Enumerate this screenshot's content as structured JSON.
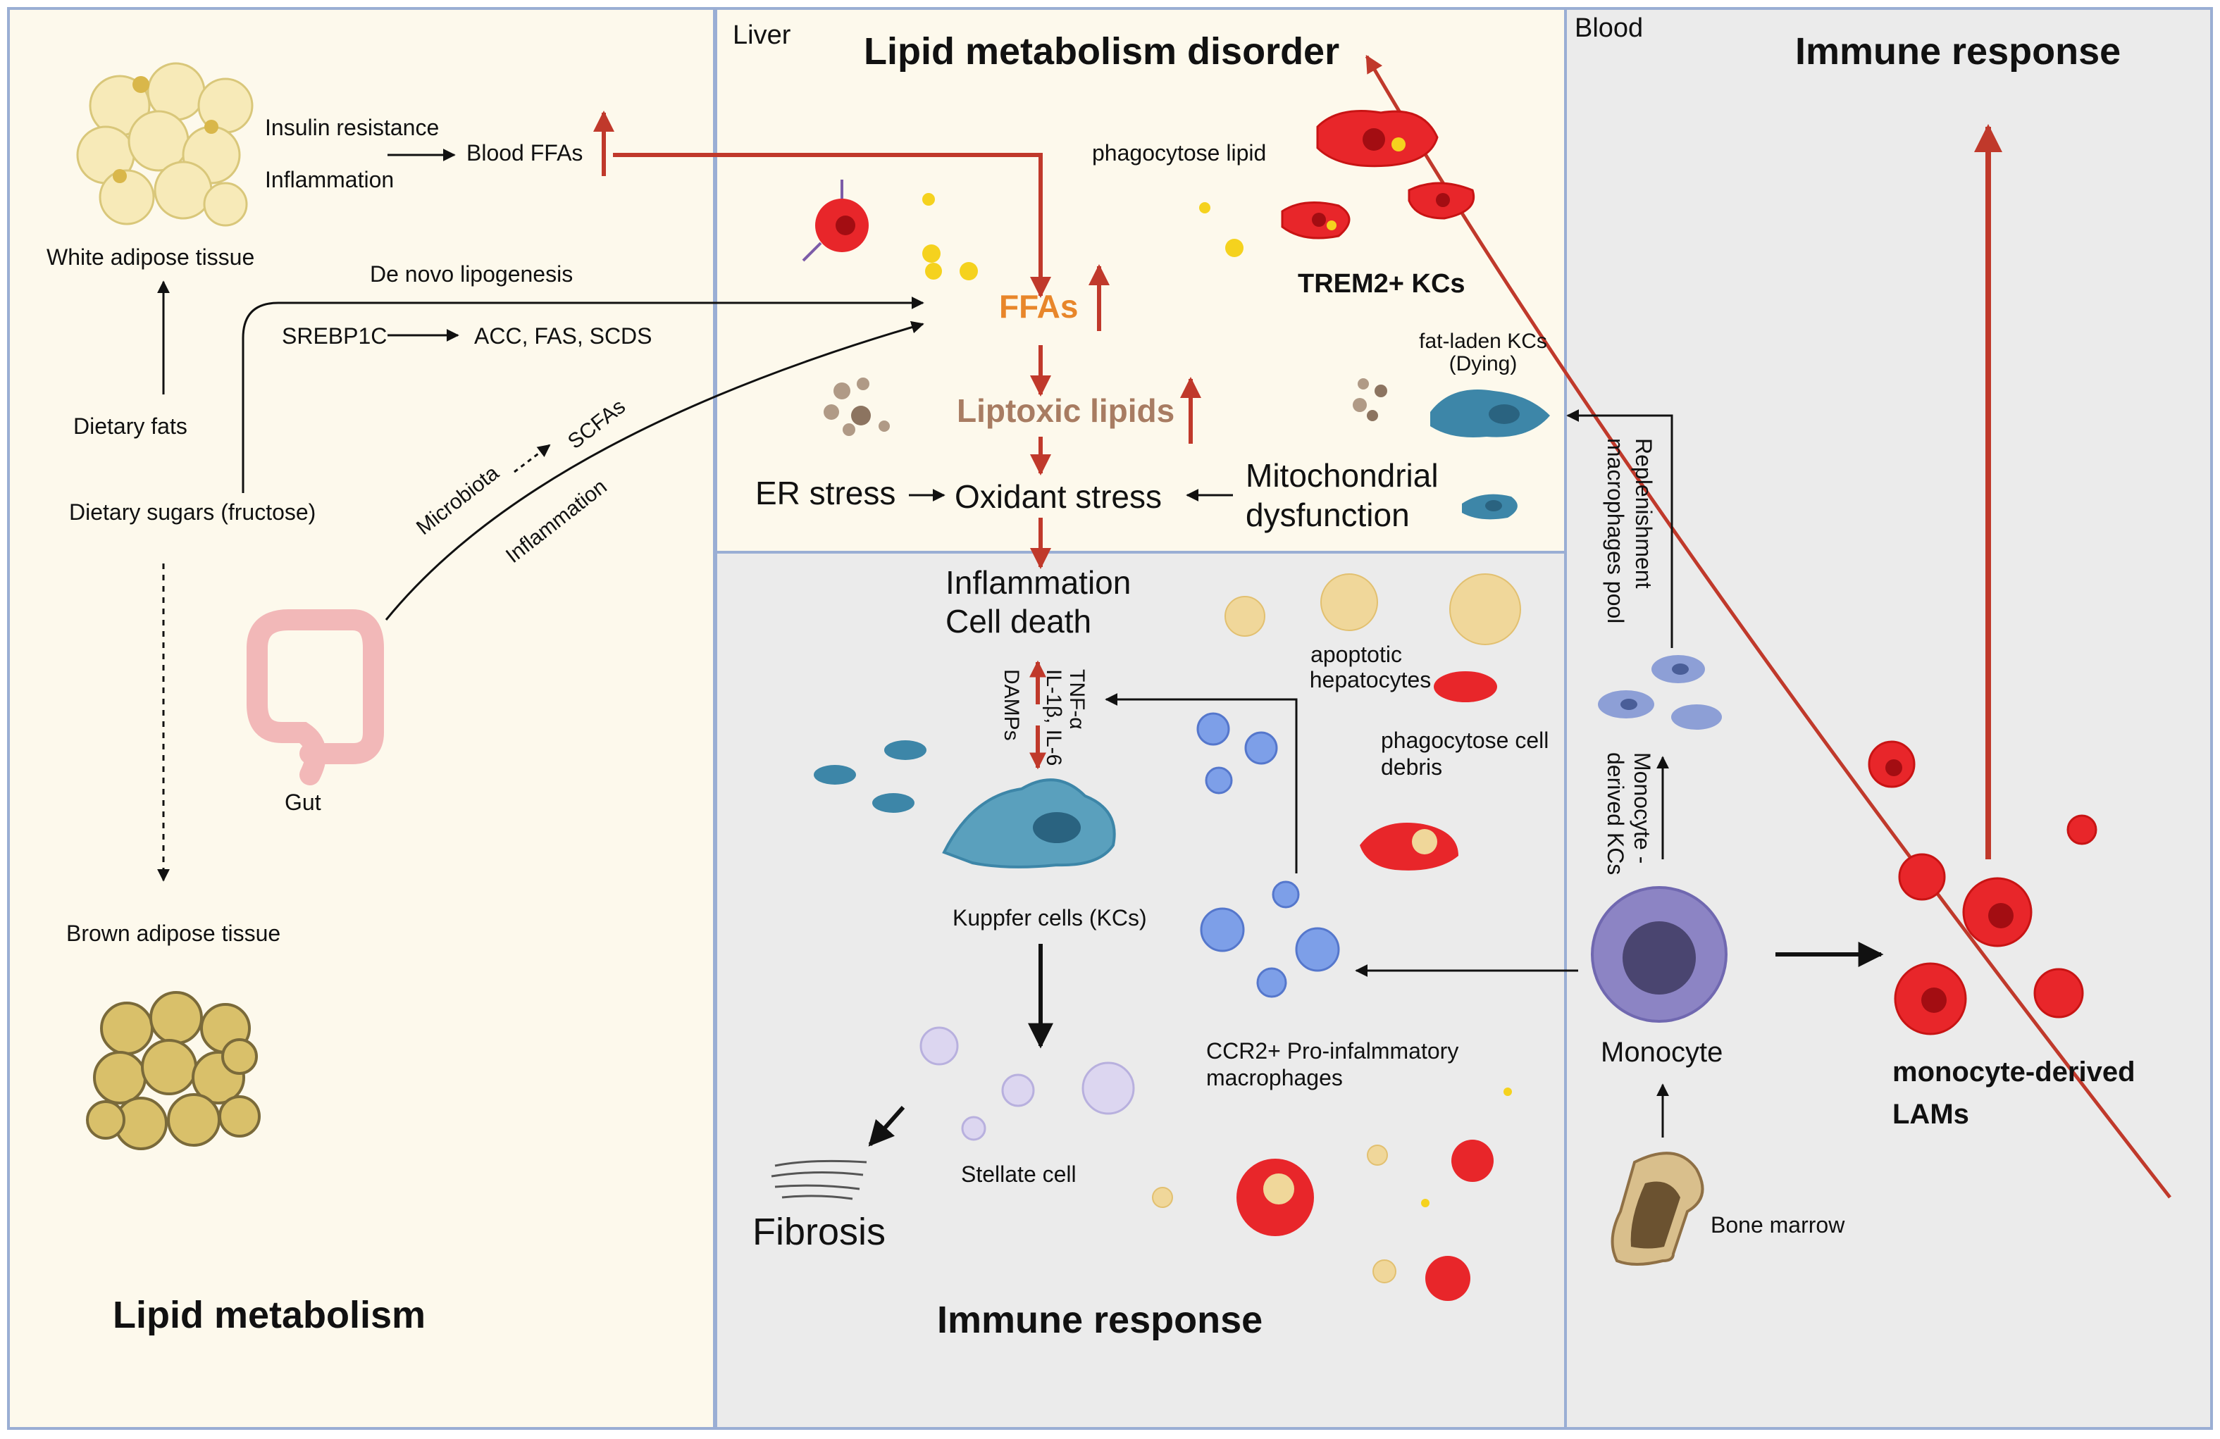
{
  "panels": {
    "liver_label": "Liver",
    "blood_label": "Blood",
    "lipid_metabolism_title": "Lipid metabolism",
    "lipid_disorder_title": "Lipid metabolism disorder",
    "immune_response_bottom": "Immune response",
    "immune_response_top": "Immune response"
  },
  "left": {
    "white_adipose": "White adipose tissue",
    "insulin_resistance": "Insulin resistance",
    "inflammation": "Inflammation",
    "blood_ffas": "Blood FFAs",
    "de_novo": "De novo lipogenesis",
    "srebp1c": "SREBP1C",
    "acc_fas_scds": "ACC,   FAS,   SCDS",
    "dietary_fats": "Dietary fats",
    "dietary_sugars": "Dietary sugars (fructose)",
    "microbiota": "Microbiota",
    "scfas": "SCFAs",
    "gut_inflammation": "Inflammation",
    "gut": "Gut",
    "brown_adipose": "Brown adipose tissue"
  },
  "liver": {
    "phagocytose_lipid": "phagocytose lipid",
    "trem2": "TREM2+ KCs",
    "ffas": "FFAs",
    "liptoxic": "Liptoxic lipids",
    "fat_laden": "fat-laden KCs",
    "dying": "(Dying)",
    "er_stress": "ER stress",
    "oxidant_stress": "Oxidant stress",
    "mito_1": "Mitochondrial",
    "mito_2": "dysfunction"
  },
  "immune": {
    "inflammation": "Inflammation",
    "cell_death": "Cell death",
    "cytokine_1": "TNF-α",
    "cytokine_2": "IL-1β, IL-6",
    "cytokine_3": "DAMPs",
    "apoptotic_1": "apoptotic",
    "apoptotic_2": "hepatocytes",
    "phago_debris_1": "phagocytose cell",
    "phago_debris_2": "debris",
    "kupffer": "Kuppfer cells (KCs)",
    "ccr2_1": "CCR2+ Pro-infalmmatory",
    "ccr2_2": "macrophages",
    "stellate": "Stellate cell",
    "fibrosis": "Fibrosis"
  },
  "blood": {
    "replenish_1": "Replenishment",
    "replenish_2": "macrophages pool",
    "mdkc_1": "Monocyte -",
    "mdkc_2": "derived KCs",
    "monocyte": "Monocyte",
    "lams_1": "monocyte-derived",
    "lams_2": "LAMs",
    "bone_marrow": "Bone marrow"
  },
  "colors": {
    "panel_border": "#9aaed4",
    "cream": "#fdf9ec",
    "grey": "#ebebeb",
    "red_arrow": "#c0392b",
    "ffas_orange": "#e8862a",
    "liptoxic_brown": "#a87c62",
    "kc_blue": "#3d86a8",
    "macrophage_red": "#e8262a",
    "ccr2_blue": "#7d9fe8",
    "monocyte_purple": "#8c84c4",
    "stellate_lilac": "#c9c3e6",
    "adipose_yellow": "#f4e6a8",
    "gut_pink": "#f2b8b8"
  }
}
